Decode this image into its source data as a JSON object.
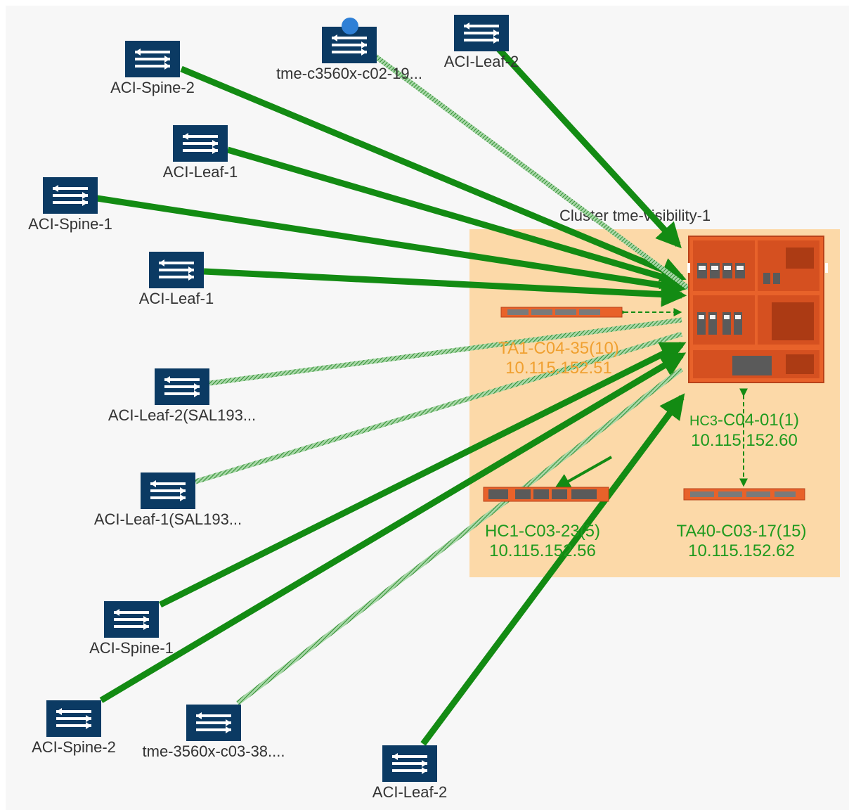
{
  "cluster": {
    "title": "Cluster tme-visibility-1"
  },
  "switches": [
    {
      "id": "s1",
      "label": "tme-c3560x-c02-19...",
      "status_dot": true
    },
    {
      "id": "s2",
      "label": "ACI-Leaf-2"
    },
    {
      "id": "s3",
      "label": "ACI-Spine-2"
    },
    {
      "id": "s4",
      "label": "ACI-Leaf-1"
    },
    {
      "id": "s5",
      "label": "ACI-Spine-1"
    },
    {
      "id": "s6",
      "label": "ACI-Leaf-1"
    },
    {
      "id": "s7",
      "label": "ACI-Leaf-2(SAL193..."
    },
    {
      "id": "s8",
      "label": "ACI-Leaf-1(SAL193..."
    },
    {
      "id": "s9",
      "label": "ACI-Spine-1"
    },
    {
      "id": "s10",
      "label": "ACI-Spine-2"
    },
    {
      "id": "s11",
      "label": "tme-3560x-c03-38...."
    },
    {
      "id": "s12",
      "label": "ACI-Leaf-2"
    }
  ],
  "devices": [
    {
      "id": "hc3",
      "name_prefix": "HC3",
      "name_rest": "-C04-01(1)",
      "ip": "10.115.152.60",
      "color": "#1e9a1e"
    },
    {
      "id": "ta1",
      "name": "TA1-C04-35(10)",
      "ip": "10.115.152.51",
      "color": "#f0a030"
    },
    {
      "id": "hc1",
      "name": "HC1-C03-23(5)",
      "ip": "10.115.152.56",
      "color": "#1e9a1e"
    },
    {
      "id": "ta40",
      "name": "TA40-C03-17(15)",
      "ip": "10.115.152.62",
      "color": "#1e9a1e"
    }
  ],
  "colors": {
    "link_green": "#138b13",
    "link_hatched": "#6fb86f",
    "switch_bg": "#0b3a63",
    "appliance_orange": "#e8622a",
    "cluster_bg": "#fcd9a8"
  }
}
